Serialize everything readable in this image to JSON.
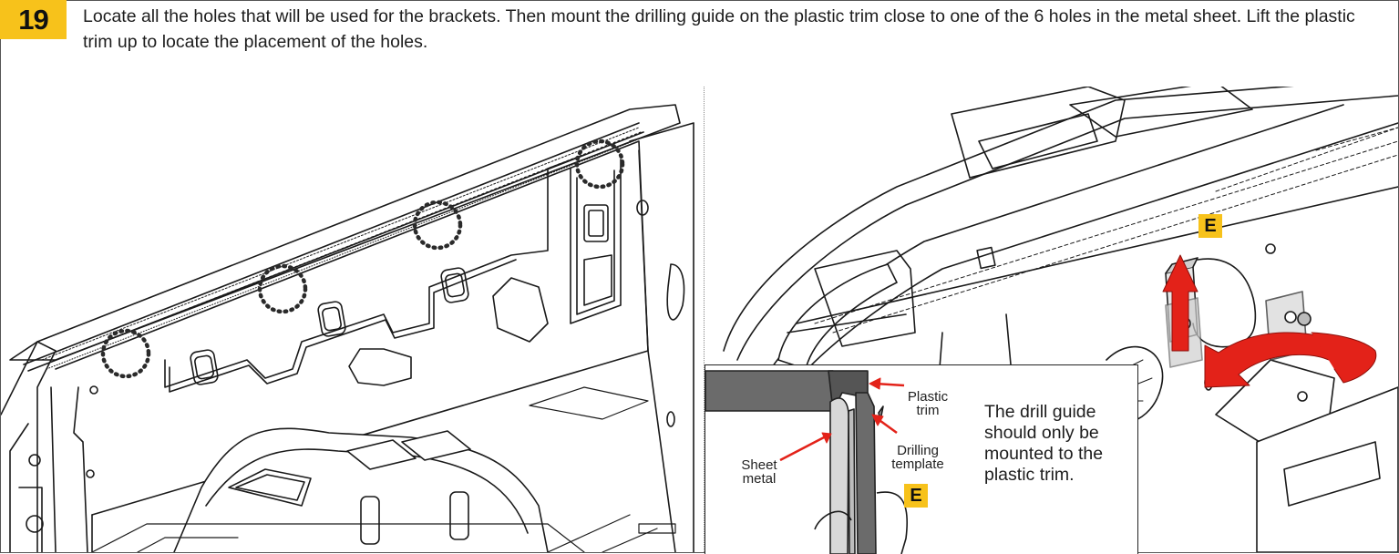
{
  "step": {
    "number": "19",
    "instruction": "Locate all the holes that will be used for the brackets. Then mount the drilling guide on the plastic trim close to one of the 6 holes in the metal sheet. Lift the plastic trim up to locate the placement of the holes."
  },
  "detail": {
    "labels": {
      "plastic_trim": "Plastic trim",
      "sheet_metal": "Sheet metal",
      "drilling_template": "Drilling template"
    },
    "part_tag": "E",
    "note": "The drill guide should only be mounted to the plastic trim."
  },
  "closeup": {
    "part_tag": "E"
  },
  "colors": {
    "accent_yellow": "#f7c21b",
    "arrow_red": "#e32219",
    "line_dark": "#1a1a1a",
    "trim_gray": "#6b6b6b"
  }
}
